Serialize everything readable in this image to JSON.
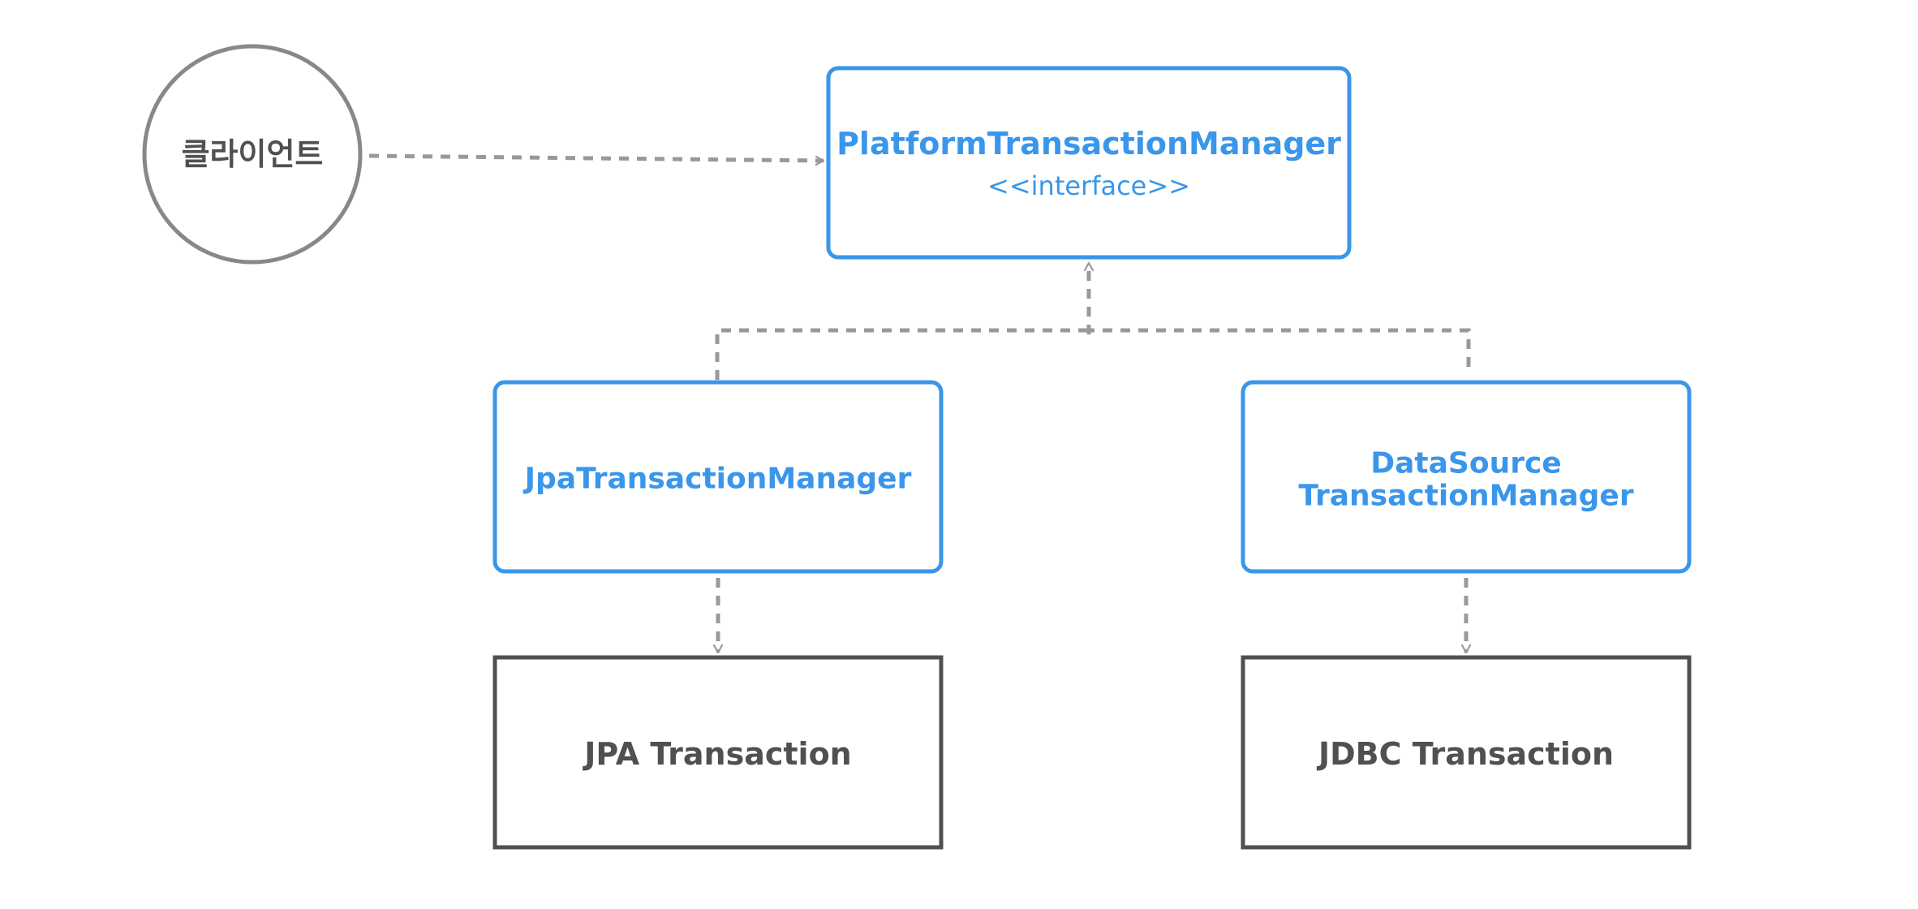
{
  "colors": {
    "interface_stroke": "#3a96ea",
    "interface_text": "#3a96ea",
    "impl_stroke": "#505050",
    "impl_text": "#505050",
    "client_stroke": "#888888",
    "connector": "#999999"
  },
  "client": {
    "label": "클라이언트"
  },
  "interface": {
    "name": "PlatformTransactionManager",
    "stereotype": "<<interface>>"
  },
  "managers": {
    "jpa": {
      "label": "JpaTransactionManager"
    },
    "datasource": {
      "line1": "DataSource",
      "line2": "TransactionManager"
    }
  },
  "transactions": {
    "jpa": {
      "label": "JPA Transaction"
    },
    "jdbc": {
      "label": "JDBC Transaction"
    }
  }
}
